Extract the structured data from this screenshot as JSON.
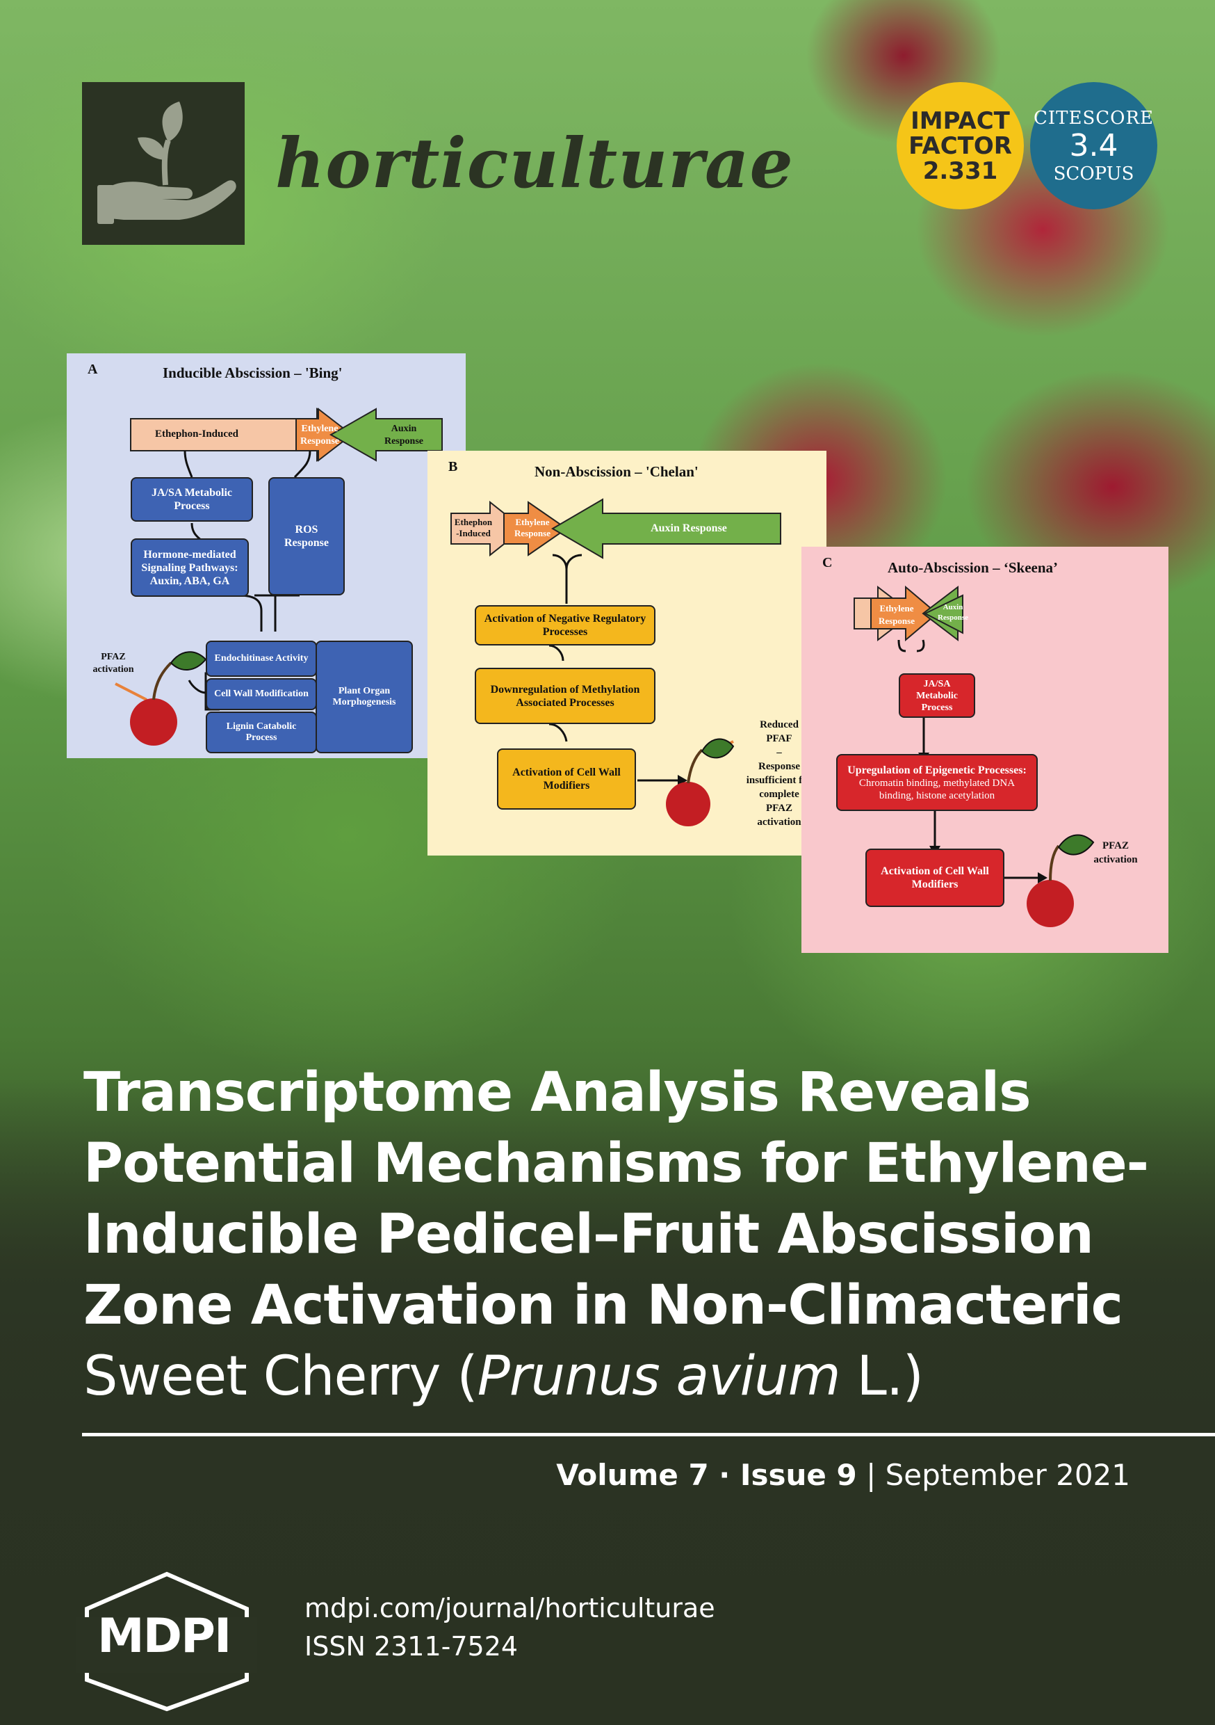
{
  "journal": {
    "name": "horticulturae",
    "logo_icon": "hand-sprout-icon"
  },
  "badges": {
    "impact_factor": {
      "line1": "IMPACT",
      "line2": "FACTOR",
      "value": "2.331",
      "color": "#f5c518"
    },
    "citescore": {
      "label": "CITESCORE",
      "value": "3.4",
      "source": "SCOPUS",
      "color": "#1f6d8d"
    }
  },
  "figure": {
    "panel_a": {
      "letter": "A",
      "title": "Inducible Abscission – 'Bing'",
      "ethephon": "Ethephon-Induced",
      "ethylene": "Ethylene Response",
      "auxin": "Auxin Response",
      "jasa": "JA/SA Metabolic Process",
      "ros": "ROS Response",
      "hormone": "Hormone-mediated Signaling Pathways: Auxin, ABA, GA",
      "endochitinase": "Endochitinase Activity",
      "cellwall": "Cell Wall Modification",
      "lignin": "Lignin Catabolic Process",
      "plant_organ": "Plant Organ Morphogenesis",
      "pfaz": "PFAZ activation"
    },
    "panel_b": {
      "letter": "B",
      "title": "Non-Abscission – 'Chelan'",
      "ethephon": "Ethephon -Induced",
      "ethylene": "Ethylene Response",
      "auxin": "Auxin Response",
      "negative": "Activation of Negative Regulatory Processes",
      "methylation": "Downregulation of Methylation Associated Processes",
      "cellwall": "Activation of Cell Wall Modifiers",
      "reduced_line1": "Reduced",
      "reduced_line2": "PFAF",
      "reduced_line3": "–",
      "reduced_line4": "Response",
      "reduced_line5": "insufficient for",
      "reduced_line6": "complete",
      "reduced_line7": "PFAZ",
      "reduced_line8": "activation"
    },
    "panel_c": {
      "letter": "C",
      "title": "Auto-Abscission – ‘Skeena’",
      "ethylene": "Ethylene Response",
      "auxin": "Auxin Response",
      "jasa": "JA/SA Metabolic Process",
      "epigenetic_title": "Upregulation of Epigenetic Processes:",
      "epigenetic_body": "Chromatin binding, methylated DNA binding, histone acetylation",
      "cellwall": "Activation of Cell Wall Modifiers",
      "pfaz": "PFAZ activation"
    }
  },
  "article": {
    "title_lines": [
      "Transcriptome Analysis Reveals",
      "Potential Mechanisms for Ethylene-",
      "Inducible Pedicel–Fruit Abscission",
      "Zone Activation in Non-Climacteric"
    ],
    "last_line_pre": "Sweet Cherry (",
    "last_line_italic": "Prunus avium",
    "last_line_post": " L.)"
  },
  "issue": {
    "volume": "Volume 7",
    "separator": " · ",
    "issue": "Issue 9",
    "divider": " | ",
    "date": "September 2021"
  },
  "publisher": {
    "name": "MDPI",
    "url": "mdpi.com/journal/horticulturae",
    "issn": "ISSN 2311-7524"
  }
}
